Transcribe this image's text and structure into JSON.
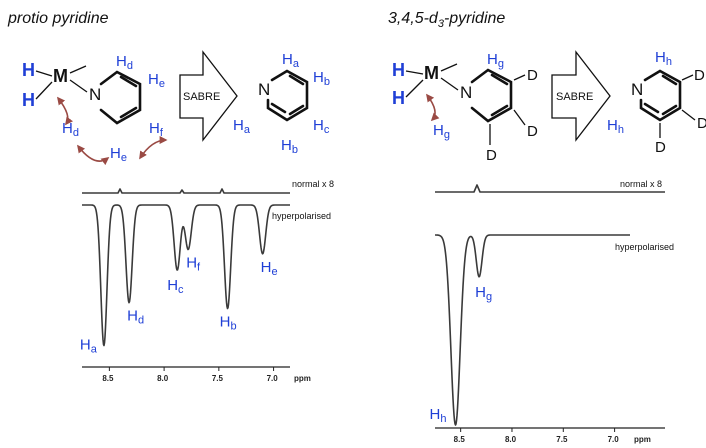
{
  "left": {
    "title": "protio pyridine",
    "complex": {
      "h1": "H",
      "h2": "H",
      "metal": "M",
      "n": "N",
      "hd1": "H",
      "hd1_sub": "d",
      "he1": "H",
      "he1_sub": "e",
      "hf": "H",
      "hf_sub": "f",
      "he2": "H",
      "he2_sub": "e",
      "hd2": "H",
      "hd2_sub": "d"
    },
    "sabre": "SABRE",
    "free": {
      "n": "N",
      "ha": "H",
      "ha_sub": "a",
      "hb": "H",
      "hb_sub": "b",
      "hc": "H",
      "hc_sub": "c",
      "hb2": "H",
      "hb2_sub": "b",
      "ha2": "H",
      "ha2_sub": "a"
    },
    "normal_label": "normal x 8",
    "hyper_label": "hyperpolarised",
    "peaks": [
      {
        "ppm": 8.55,
        "depth": 0.95,
        "label": "H",
        "sub": "a"
      },
      {
        "ppm": 8.32,
        "depth": 0.66,
        "label": "H",
        "sub": "d"
      },
      {
        "ppm": 7.88,
        "depth": 0.44,
        "label": "H",
        "sub": "c"
      },
      {
        "ppm": 7.78,
        "depth": 0.3,
        "label": "H",
        "sub": "f"
      },
      {
        "ppm": 7.42,
        "depth": 0.7,
        "label": "H",
        "sub": "b"
      },
      {
        "ppm": 7.1,
        "depth": 0.33,
        "label": "H",
        "sub": "e"
      }
    ],
    "ticks": [
      "8.5",
      "8.0",
      "7.5",
      "7.0"
    ],
    "tick_ppm": [
      8.5,
      8.0,
      7.5,
      7.0
    ],
    "unit": "ppm"
  },
  "right": {
    "title_pre": "3,4,5-d",
    "title_sub": "3",
    "title_post": "-pyridine",
    "complex": {
      "h1": "H",
      "h2": "H",
      "metal": "M",
      "n": "N",
      "hg1": "H",
      "hg1_sub": "g",
      "d1": "D",
      "d2": "D",
      "d3": "D",
      "hg2": "H",
      "hg2_sub": "g"
    },
    "sabre": "SABRE",
    "free": {
      "n": "N",
      "hh": "H",
      "hh_sub": "h",
      "d1": "D",
      "d2": "D",
      "d3": "D",
      "hh2": "H",
      "hh2_sub": "h"
    },
    "normal_label": "normal x 8",
    "hyper_label": "hyperpolarised",
    "peaks": [
      {
        "ppm": 8.55,
        "depth": 1.0,
        "label": "H",
        "sub": "h"
      },
      {
        "ppm": 8.32,
        "depth": 0.22,
        "label": "H",
        "sub": "g"
      }
    ],
    "ticks": [
      "8.5",
      "8.0",
      "7.5",
      "7.0"
    ],
    "tick_ppm": [
      8.5,
      8.0,
      7.5,
      7.0
    ],
    "unit": "ppm"
  }
}
